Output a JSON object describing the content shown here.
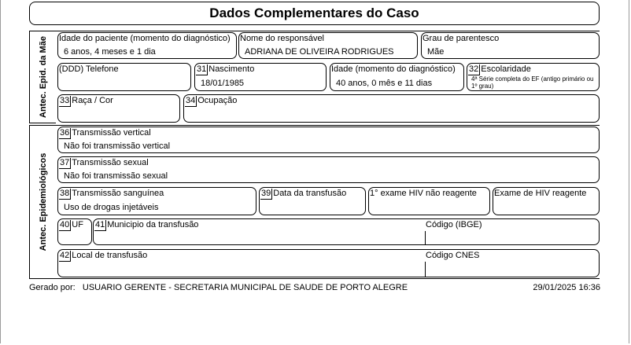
{
  "title": "Dados Complementares do Caso",
  "sections": {
    "mae": "Antec. Epid. da Mãe",
    "epid": "Antec. Epidemiológicos"
  },
  "fields": {
    "idade_paciente": {
      "label": "Idade do paciente (momento do diagnóstico)",
      "value": "6 anos, 4 meses e 1 dia"
    },
    "nome_responsavel": {
      "label": "Nome do responsável",
      "value": "ADRIANA DE OLIVEIRA RODRIGUES"
    },
    "grau_parentesco": {
      "label": "Grau de parentesco",
      "value": "Mãe"
    },
    "telefone": {
      "label": "(DDD) Telefone",
      "value": ""
    },
    "nascimento": {
      "num": "31",
      "label": "Nascimento",
      "value": "18/01/1985"
    },
    "idade_mae": {
      "label": "Idade (momento do diagnóstico)",
      "value": "40 anos, 0 mês e 11 dias"
    },
    "escolaridade": {
      "num": "32",
      "label": "Escolaridade",
      "value": "4ª Série completa do EF (antigo primário ou 1º grau)"
    },
    "raca": {
      "num": "33",
      "label": "Raça / Cor",
      "value": ""
    },
    "ocupacao": {
      "num": "34",
      "label": "Ocupação",
      "value": ""
    },
    "transm_vertical": {
      "num": "36",
      "label": "Transmissão vertical",
      "value": "Não foi transmissão vertical"
    },
    "transm_sexual": {
      "num": "37",
      "label": "Transmissão sexual",
      "value": "Não foi transmissão sexual"
    },
    "transm_sanguinea": {
      "num": "38",
      "label": "Transmissão sanguínea",
      "value": "Uso de drogas injetáveis"
    },
    "data_transfusao": {
      "num": "39",
      "label": "Data da transfusão",
      "value": ""
    },
    "exame_nao_reagente": {
      "label": "1° exame HIV não reagente",
      "value": ""
    },
    "exame_reagente": {
      "label": "Exame de HIV reagente",
      "value": ""
    },
    "uf": {
      "num": "40",
      "label": "UF",
      "value": ""
    },
    "municipio": {
      "num": "41",
      "label": "Municipio da transfusão",
      "value": ""
    },
    "codigo_ibge": {
      "label": "Código (IBGE)",
      "value": ""
    },
    "local_transfusao": {
      "num": "42",
      "label": "Local de transfusão",
      "value": ""
    },
    "codigo_cnes": {
      "label": "Código CNES",
      "value": ""
    }
  },
  "footer": {
    "gerado_label": "Gerado por:",
    "gerado_value": "USUARIO GERENTE - SECRETARIA MUNICIPAL DE SAUDE DE PORTO ALEGRE",
    "datetime": "29/01/2025 16:36"
  }
}
